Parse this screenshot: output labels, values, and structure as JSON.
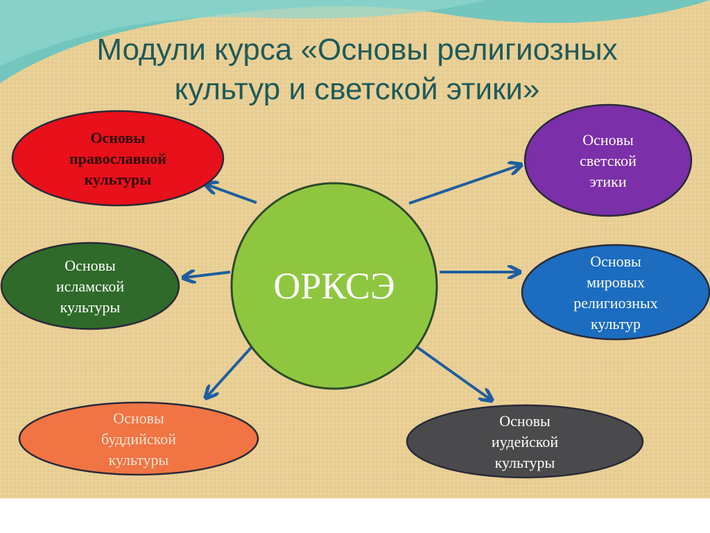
{
  "title": {
    "line1": "Модули курса «Основы религиозных",
    "line2": "культур и светской этики»"
  },
  "center": {
    "label": "ОРКСЭ",
    "color": "#8fc640"
  },
  "modules": [
    {
      "lines": [
        "Основы",
        "православной",
        "культуры"
      ],
      "color": "#e8101a",
      "text_color": "#2a0a0a"
    },
    {
      "lines": [
        "Основы",
        "светской",
        "этики"
      ],
      "color": "#7b2fa8",
      "text_color": "#ffffff"
    },
    {
      "lines": [
        "Основы",
        "исламской",
        "культуры"
      ],
      "color": "#2f6a2a",
      "text_color": "#ffffff"
    },
    {
      "lines": [
        "Основы",
        "мировых",
        "религиозных",
        "культур"
      ],
      "color": "#1c6cc0",
      "text_color": "#ffffff"
    },
    {
      "lines": [
        "Основы",
        "буддийской",
        "культуры"
      ],
      "color": "#f07444",
      "text_color": "#fde3d2"
    },
    {
      "lines": [
        "Основы",
        "иудейской",
        "культуры"
      ],
      "color": "#4a4a4c",
      "text_color": "#ffffff"
    }
  ],
  "colors": {
    "background": "#e9cf95",
    "arrow": "#1f5e9e",
    "wave": "#5ec4c4"
  }
}
